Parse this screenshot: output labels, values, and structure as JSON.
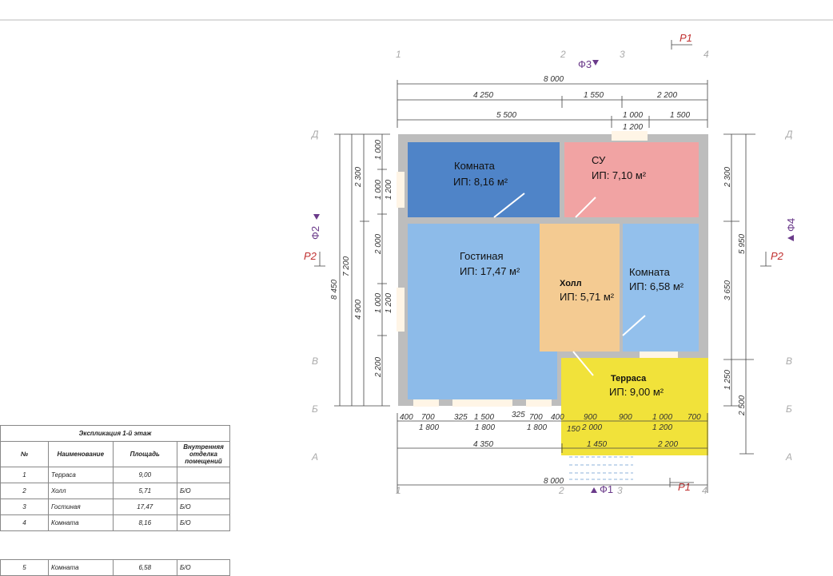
{
  "axes": {
    "cols": [
      "1",
      "2",
      "3",
      "4"
    ],
    "rows": [
      "Д",
      "В",
      "Б",
      "А"
    ]
  },
  "markers": {
    "p1": "Р1",
    "p2": "Р2",
    "f1": "Ф1",
    "f2": "Ф2",
    "f3": "Ф3",
    "f4": "Ф4"
  },
  "dims": {
    "top_total": "8 000",
    "top_a": "4 250",
    "top_b": "1 550",
    "top_c": "2 200",
    "top_d": "5 500",
    "top_e": "1 000",
    "top_e2": "1 200",
    "top_f": "1 500",
    "bot": [
      "400",
      "700",
      "325",
      "1 500",
      "325",
      "700",
      "400",
      "900",
      "900",
      "1 000",
      "700"
    ],
    "bot2": [
      "1 800",
      "1 800",
      "1 800",
      "150",
      "2 000",
      "1 200"
    ],
    "bot3": [
      "4 350",
      "1 450",
      "2 200"
    ],
    "bot_total": "8 000",
    "left": [
      "1 000",
      "1 000",
      "1 200",
      "2 000",
      "1 000",
      "1 200",
      "2 200",
      "2 300",
      "4 900",
      "7 200",
      "8 450"
    ],
    "right": [
      "2 300",
      "3 650",
      "1 250",
      "5 950",
      "2 500"
    ]
  },
  "rooms": [
    {
      "name": "Комната",
      "area": "ИП: 8,16 м²"
    },
    {
      "name": "СУ",
      "area": "ИП: 7,10 м²"
    },
    {
      "name": "Гостиная",
      "area": "ИП: 17,47 м²"
    },
    {
      "name": "Холл",
      "area": "ИП: 5,71 м²"
    },
    {
      "name": "Комната",
      "area": "ИП: 6,58 м²"
    },
    {
      "name": "Терраса",
      "area": "ИП: 9,00 м²"
    }
  ],
  "colors": {
    "room1": "#4f84c8",
    "su": "#f1a3a3",
    "living": "#8dbbe9",
    "hall": "#f4cb92",
    "room2": "#93c0ec",
    "terrace": "#f1e23a",
    "wall": "#bdbdbd"
  },
  "table": {
    "title": "Экспликация 1-й этаж",
    "headers": [
      "№",
      "Наименование",
      "Площадь",
      "Внутренняя отделка помещений"
    ],
    "rows": [
      [
        "1",
        "Терраса",
        "9,00",
        ""
      ],
      [
        "2",
        "Холл",
        "5,71",
        "Б/О"
      ],
      [
        "3",
        "Гостиная",
        "17,47",
        "Б/О"
      ],
      [
        "4",
        "Комната",
        "8,16",
        "Б/О"
      ],
      [
        "5",
        "Комната",
        "6,58",
        "Б/О"
      ]
    ]
  }
}
